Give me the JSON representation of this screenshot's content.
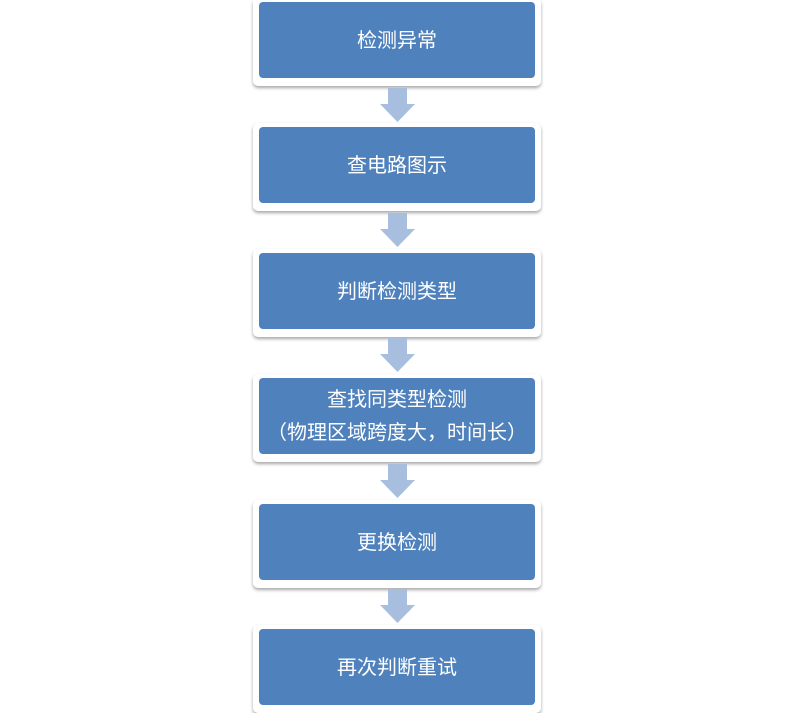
{
  "colors": {
    "box_fill": "#4f81bd",
    "box_text": "#ffffff",
    "arrow_fill": "#a7bede"
  },
  "icons": {
    "connector": "down-arrow-icon"
  },
  "steps": [
    {
      "lines": [
        "检测异常"
      ]
    },
    {
      "lines": [
        "查电路图示"
      ]
    },
    {
      "lines": [
        "判断检测类型"
      ]
    },
    {
      "lines": [
        "查找同类型检测",
        "（物理区域跨度大，时间长）"
      ]
    },
    {
      "lines": [
        "更换检测"
      ]
    },
    {
      "lines": [
        "再次判断重试"
      ]
    }
  ]
}
